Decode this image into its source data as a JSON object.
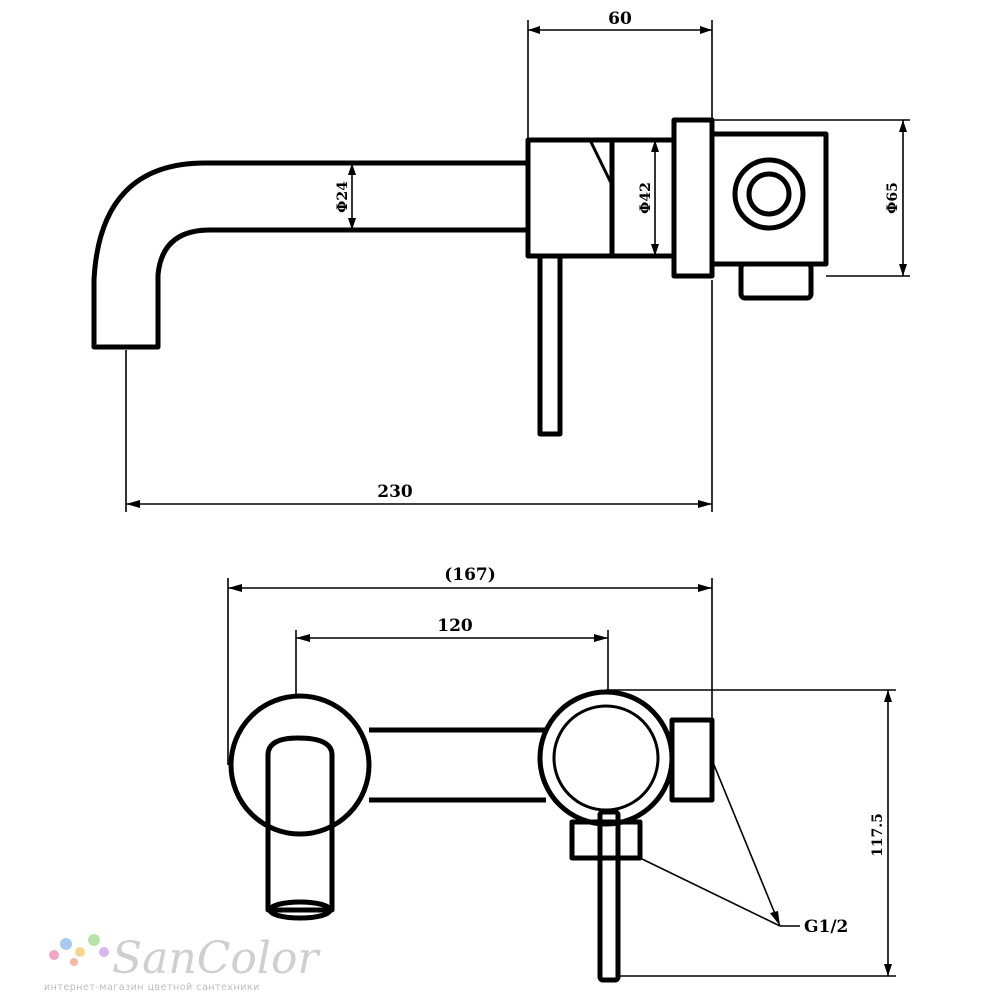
{
  "side_view": {
    "dim_depth": "60",
    "dim_spout_dia": "Φ24",
    "dim_body_dia": "Φ42",
    "dim_plate_dia": "Φ65",
    "dim_total_length": "230"
  },
  "front_view": {
    "dim_overall_width": "(167)",
    "dim_center_distance": "120",
    "dim_height": "117.5",
    "connection_label": "G1/2"
  },
  "watermark": {
    "brand": "SanColor",
    "tagline": "интернет-магазин цветной сантехники",
    "dot_colors": [
      "#f3a7c8",
      "#a8c9f0",
      "#f6d58e",
      "#b7e3a8",
      "#d8b4f0",
      "#f7b7a3"
    ]
  }
}
